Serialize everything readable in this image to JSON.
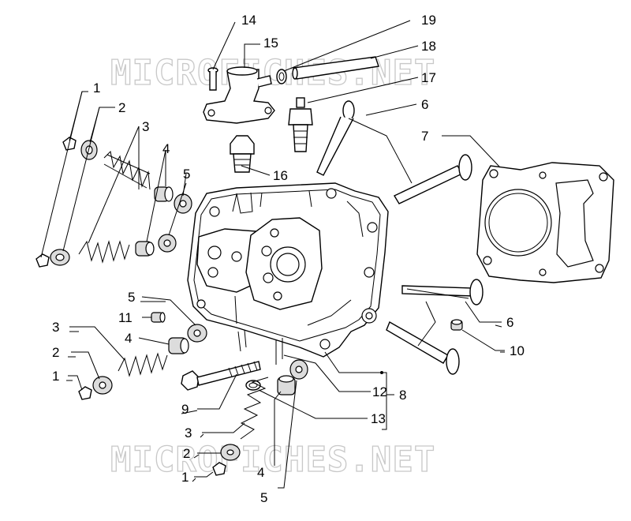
{
  "watermark": "MICROFICHES.NET",
  "labels": {
    "l1a": "1",
    "l2a": "2",
    "l3a": "3",
    "l4a": "4",
    "l5a": "5",
    "l14": "14",
    "l15": "15",
    "l19": "19",
    "l18": "18",
    "l17": "17",
    "l6a": "6",
    "l7": "7",
    "l16": "16",
    "l5b": "5",
    "l11": "11",
    "l4b": "4",
    "l3b": "3",
    "l2b": "2",
    "l1b": "1",
    "l6b": "6",
    "l10": "10",
    "l12": "12",
    "l8": "8",
    "l9": "9",
    "l13": "13",
    "l3c": "3",
    "l2c": "2",
    "l1c": "1",
    "l4c": "4",
    "l5c": "5"
  }
}
